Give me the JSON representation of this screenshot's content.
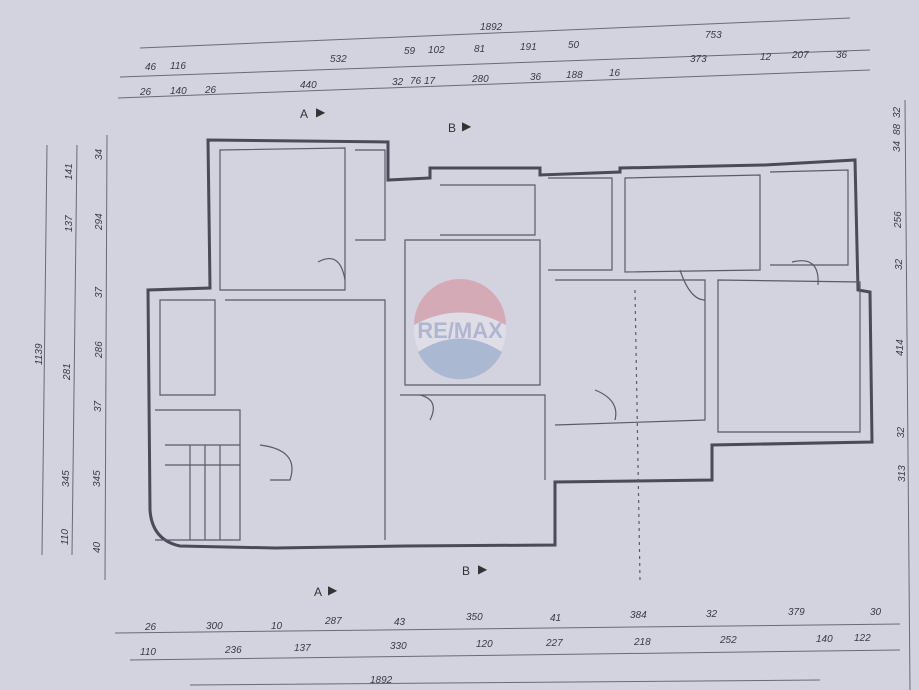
{
  "dimensions": {
    "top_overall": "1892",
    "top_row1": [
      "753",
      "59",
      "102",
      "81",
      "191",
      "50"
    ],
    "top_row2": [
      "46",
      "116",
      "532",
      "373",
      "12",
      "207",
      "36"
    ],
    "top_row3": [
      "26",
      "140",
      "26",
      "440",
      "32",
      "76",
      "17",
      "280",
      "36",
      "188",
      "16"
    ],
    "bottom_row1": [
      "26",
      "300",
      "10",
      "287",
      "43",
      "350",
      "41",
      "384",
      "32",
      "379",
      "30"
    ],
    "bottom_row2": [
      "110",
      "236",
      "137",
      "330",
      "120",
      "227",
      "218",
      "252",
      "140",
      "122"
    ],
    "bottom_overall": "1892",
    "left_overall": "1139",
    "left_col1": [
      "141",
      "137",
      "281",
      "345",
      "110"
    ],
    "left_col2": [
      "34",
      "294",
      "37",
      "286",
      "37",
      "345",
      "40"
    ],
    "right_col": [
      "32",
      "88",
      "34",
      "256",
      "32",
      "414",
      "32",
      "313"
    ]
  },
  "section_markers": [
    "A",
    "B",
    "A",
    "B"
  ],
  "watermark": "RE/MAX"
}
